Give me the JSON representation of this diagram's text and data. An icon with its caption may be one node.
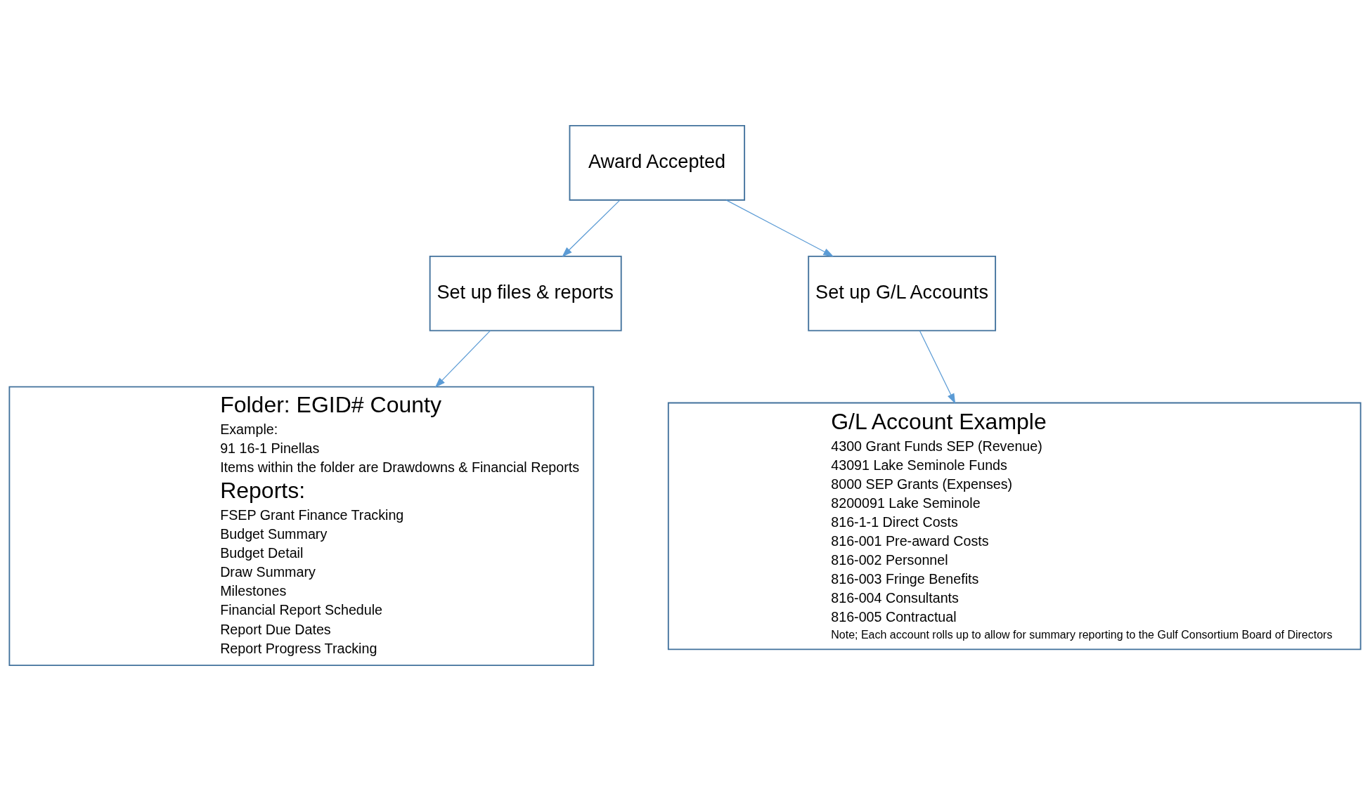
{
  "diagram": {
    "nodes": [
      {
        "text": [
          "Award Accepted"
        ]
      },
      {
        "text": [
          "Set up files & reports"
        ]
      },
      {
        "text": [
          "Set up G/L Accounts"
        ]
      },
      {
        "text": [
          "Folder: EGID# County",
          "Example:",
          "91 16-1 Pinellas",
          "Items within the folder are Drawdowns & Financial Reports",
          "Reports:",
          "FSEP Grant Finance Tracking",
          "Budget Summary",
          "Budget Detail",
          "Draw Summary",
          "Milestones",
          "Financial Report Schedule",
          "Report Due Dates",
          "Report Progress Tracking"
        ]
      },
      {
        "text": [
          "G/L Account Example",
          "4300 Grant Funds SEP (Revenue)",
          "43091 Lake Seminole Funds",
          "8000 SEP Grants (Expenses)",
          "8200091 Lake Seminole",
          "816-1-1 Direct Costs",
          "816-001 Pre-award Costs",
          "816-002 Personnel",
          "816-003 Fringe Benefits",
          "816-004 Consultants",
          "816-005 Contractual",
          "Note; Each account rolls up to allow for summary reporting to the Gulf Consortium Board of Directors"
        ]
      }
    ],
    "edges": [
      {
        "from": 0,
        "to": 1,
        "arrow": "to",
        "color": "#5b9bd5"
      },
      {
        "from": 0,
        "to": 2,
        "arrow": "to",
        "color": "#5b9bd5"
      },
      {
        "from": 1,
        "to": 3,
        "arrow": "to",
        "color": "#5b9bd5"
      },
      {
        "from": 2,
        "to": 4,
        "arrow": "to",
        "color": "#5b9bd5"
      }
    ]
  }
}
